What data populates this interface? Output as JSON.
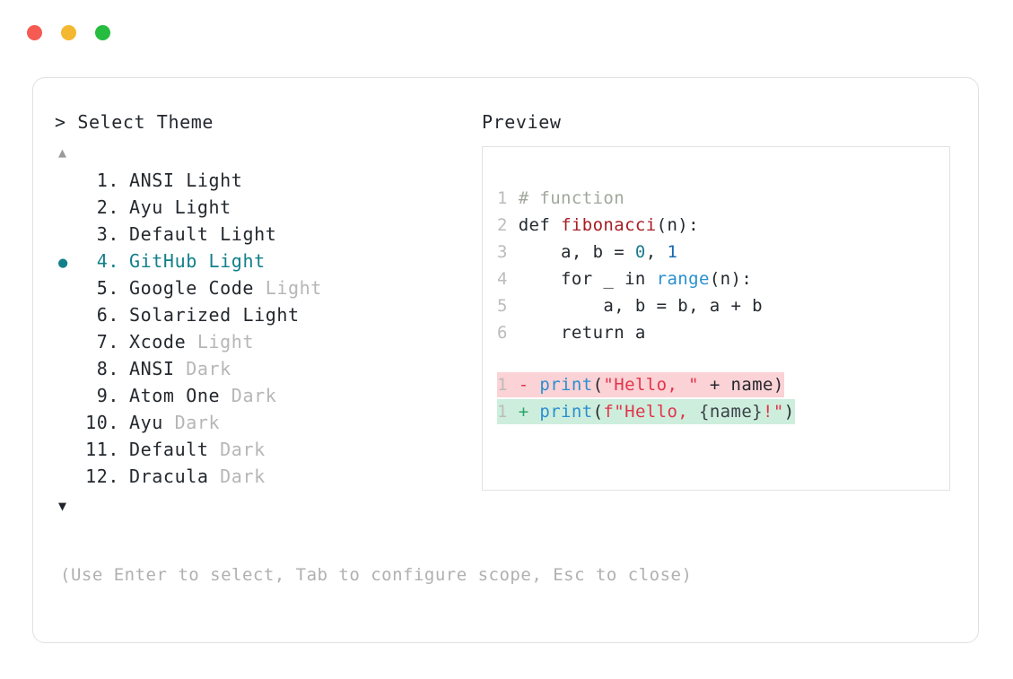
{
  "window": {
    "dots": [
      {
        "name": "close",
        "color": "#f55b53"
      },
      {
        "name": "minimize",
        "color": "#f4b730"
      },
      {
        "name": "zoom",
        "color": "#25bc3f"
      }
    ]
  },
  "prompt": {
    "caret": ">",
    "title": "Select Theme"
  },
  "preview": {
    "label": "Preview"
  },
  "scroll": {
    "up": "▲",
    "down": "▼"
  },
  "selected_index": 4,
  "selected_bullet": "●",
  "accent_color": "#12808a",
  "themes": [
    {
      "index": "1.",
      "name": "ANSI",
      "variant": "Light",
      "variant_muted": false
    },
    {
      "index": "2.",
      "name": "Ayu",
      "variant": "Light",
      "variant_muted": false
    },
    {
      "index": "3.",
      "name": "Default",
      "variant": "Light",
      "variant_muted": false
    },
    {
      "index": "4.",
      "name": "GitHub",
      "variant": "Light",
      "variant_muted": false
    },
    {
      "index": "5.",
      "name": "Google Code",
      "variant": "Light",
      "variant_muted": true
    },
    {
      "index": "6.",
      "name": "Solarized",
      "variant": "Light",
      "variant_muted": false
    },
    {
      "index": "7.",
      "name": "Xcode",
      "variant": "Light",
      "variant_muted": true
    },
    {
      "index": "8.",
      "name": "ANSI",
      "variant": "Dark",
      "variant_muted": true
    },
    {
      "index": "9.",
      "name": "Atom One",
      "variant": "Dark",
      "variant_muted": true
    },
    {
      "index": "10.",
      "name": "Ayu",
      "variant": "Dark",
      "variant_muted": true
    },
    {
      "index": "11.",
      "name": "Default",
      "variant": "Dark",
      "variant_muted": true
    },
    {
      "index": "12.",
      "name": "Dracula",
      "variant": "Dark",
      "variant_muted": true
    }
  ],
  "code": {
    "lines": [
      {
        "no": "1",
        "text": "# function"
      },
      {
        "no": "2",
        "text": "def fibonacci(n):"
      },
      {
        "no": "3",
        "text": "    a, b = 0, 1"
      },
      {
        "no": "4",
        "text": "    for _ in range(n):"
      },
      {
        "no": "5",
        "text": "        a, b = b, a + b"
      },
      {
        "no": "6",
        "text": "    return a"
      }
    ],
    "tokens": {
      "comment": "# function",
      "kw_def": "def",
      "fn_name": "fibonacci",
      "args_n": "(n):",
      "l3_pre": "a, b = ",
      "num_0": "0",
      "l3_mid": ", ",
      "num_1": "1",
      "l4_pre": "for _ in ",
      "builtin_range": "range",
      "l4_post": "(n):",
      "l5": "a, b = b, a + b",
      "l6": "return a"
    }
  },
  "diff": {
    "removed": {
      "no": "1",
      "sign": "-",
      "call": "print",
      "paren_open": "(",
      "string": "\"Hello, \"",
      "plus": " + name",
      "paren_close": ")"
    },
    "added": {
      "no": "1",
      "sign": "+",
      "call": "print",
      "paren_open": "(",
      "fstring_start": "f\"Hello, ",
      "interp": "{name}",
      "fstring_end": "!\"",
      "paren_close": ")"
    },
    "removed_bg": "#fbd2d5",
    "added_bg": "#cdeedc"
  },
  "hint": {
    "text": "(Use Enter to select, Tab to configure scope, Esc to close)"
  }
}
